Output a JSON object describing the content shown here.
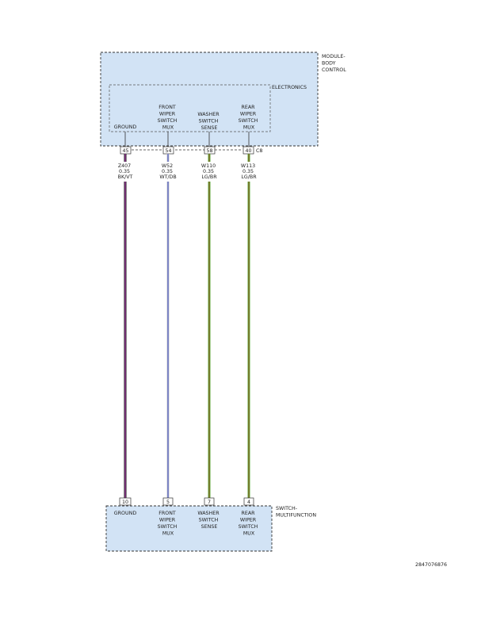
{
  "module_body_control": {
    "name_lines": [
      "MODULE-",
      "BODY",
      "CONTROL"
    ],
    "inner_label": "ELECTRONICS",
    "connector_label": "C8",
    "pins": [
      {
        "number": "45",
        "name_lines": [
          "GROUND"
        ]
      },
      {
        "number": "54",
        "name_lines": [
          "FRONT",
          "WIPER",
          "SWITCH",
          "MUX"
        ]
      },
      {
        "number": "58",
        "name_lines": [
          "WASHER",
          "SWITCH",
          "SENSE"
        ]
      },
      {
        "number": "40",
        "name_lines": [
          "REAR",
          "WIPER",
          "SWITCH",
          "MUX"
        ]
      }
    ]
  },
  "wires": [
    {
      "circuit": "Z407",
      "gauge": "0.35",
      "color_code": "BK/VT",
      "base_color": "#111111",
      "stripe_color": "#d44cd4"
    },
    {
      "circuit": "W52",
      "gauge": "0.35",
      "color_code": "WT/DB",
      "base_color": "#c8c8d2",
      "stripe_color": "#2f3fb5"
    },
    {
      "circuit": "W110",
      "gauge": "0.35",
      "color_code": "LG/BR",
      "base_color": "#5fae3c",
      "stripe_color": "#8a4a1c"
    },
    {
      "circuit": "W113",
      "gauge": "0.35",
      "color_code": "LG/BR",
      "base_color": "#5fae3c",
      "stripe_color": "#8a4a1c"
    }
  ],
  "switch_multifunction": {
    "name_lines": [
      "SWITCH-",
      "MULTIFUNCTION"
    ],
    "pins": [
      {
        "number": "10",
        "name_lines": [
          "GROUND"
        ]
      },
      {
        "number": "5",
        "name_lines": [
          "FRONT",
          "WIPER",
          "SWITCH",
          "MUX"
        ]
      },
      {
        "number": "7",
        "name_lines": [
          "WASHER",
          "SWITCH",
          "SENSE"
        ]
      },
      {
        "number": "4",
        "name_lines": [
          "REAR",
          "WIPER",
          "SWITCH",
          "MUX"
        ]
      }
    ]
  },
  "figure_id": "2847076876",
  "colors": {
    "component_fill": "#d2e3f5",
    "outline": "#333333"
  }
}
